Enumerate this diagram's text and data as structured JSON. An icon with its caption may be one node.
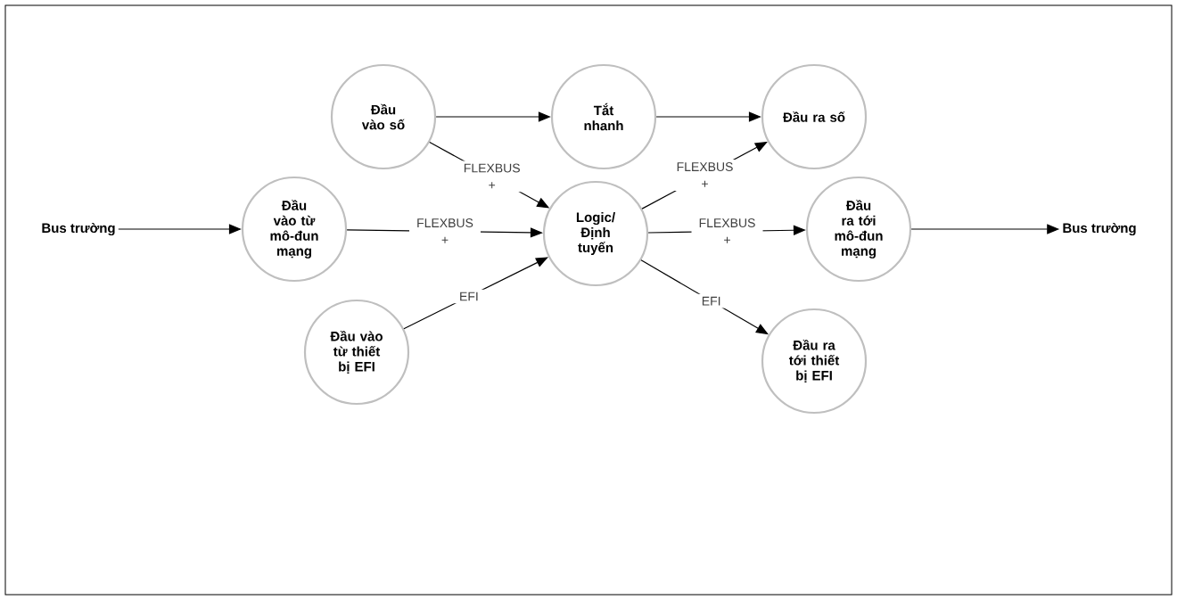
{
  "diagram": {
    "nodes": [
      {
        "text": [
          "Bus trường"
        ]
      },
      {
        "text": [
          "Đầu vào từ mô-đun mạng"
        ]
      },
      {
        "text": [
          "Đầu vào số"
        ]
      },
      {
        "text": [
          "Tắt nhanh"
        ]
      },
      {
        "text": [
          "Đầu ra số"
        ]
      },
      {
        "text": [
          "Logic/ Định tuyến"
        ]
      },
      {
        "text": [
          "Đầu ra tới mô-đun mạng"
        ]
      },
      {
        "text": [
          "Bus trường"
        ]
      },
      {
        "text": [
          "Đầu vào từ thiết bị EFI"
        ]
      },
      {
        "text": [
          "Đầu ra tới thiết bị EFI"
        ]
      }
    ],
    "edges": [
      {
        "from": 0,
        "to": 1,
        "arrow": "to"
      },
      {
        "from": 2,
        "to": 3,
        "arrow": "to"
      },
      {
        "from": 3,
        "to": 4,
        "arrow": "to"
      },
      {
        "from": 2,
        "to": 5,
        "arrow": "to",
        "label": "FLEXBUS +"
      },
      {
        "from": 1,
        "to": 5,
        "arrow": "to",
        "label": "FLEXBUS +"
      },
      {
        "from": 8,
        "to": 5,
        "arrow": "to",
        "label": "EFI"
      },
      {
        "from": 5,
        "to": 4,
        "arrow": "to",
        "label": "FLEXBUS +"
      },
      {
        "from": 5,
        "to": 6,
        "arrow": "to",
        "label": "FLEXBUS +"
      },
      {
        "from": 5,
        "to": 9,
        "arrow": "to",
        "label": "EFI"
      },
      {
        "from": 6,
        "to": 7,
        "arrow": "to"
      }
    ]
  }
}
